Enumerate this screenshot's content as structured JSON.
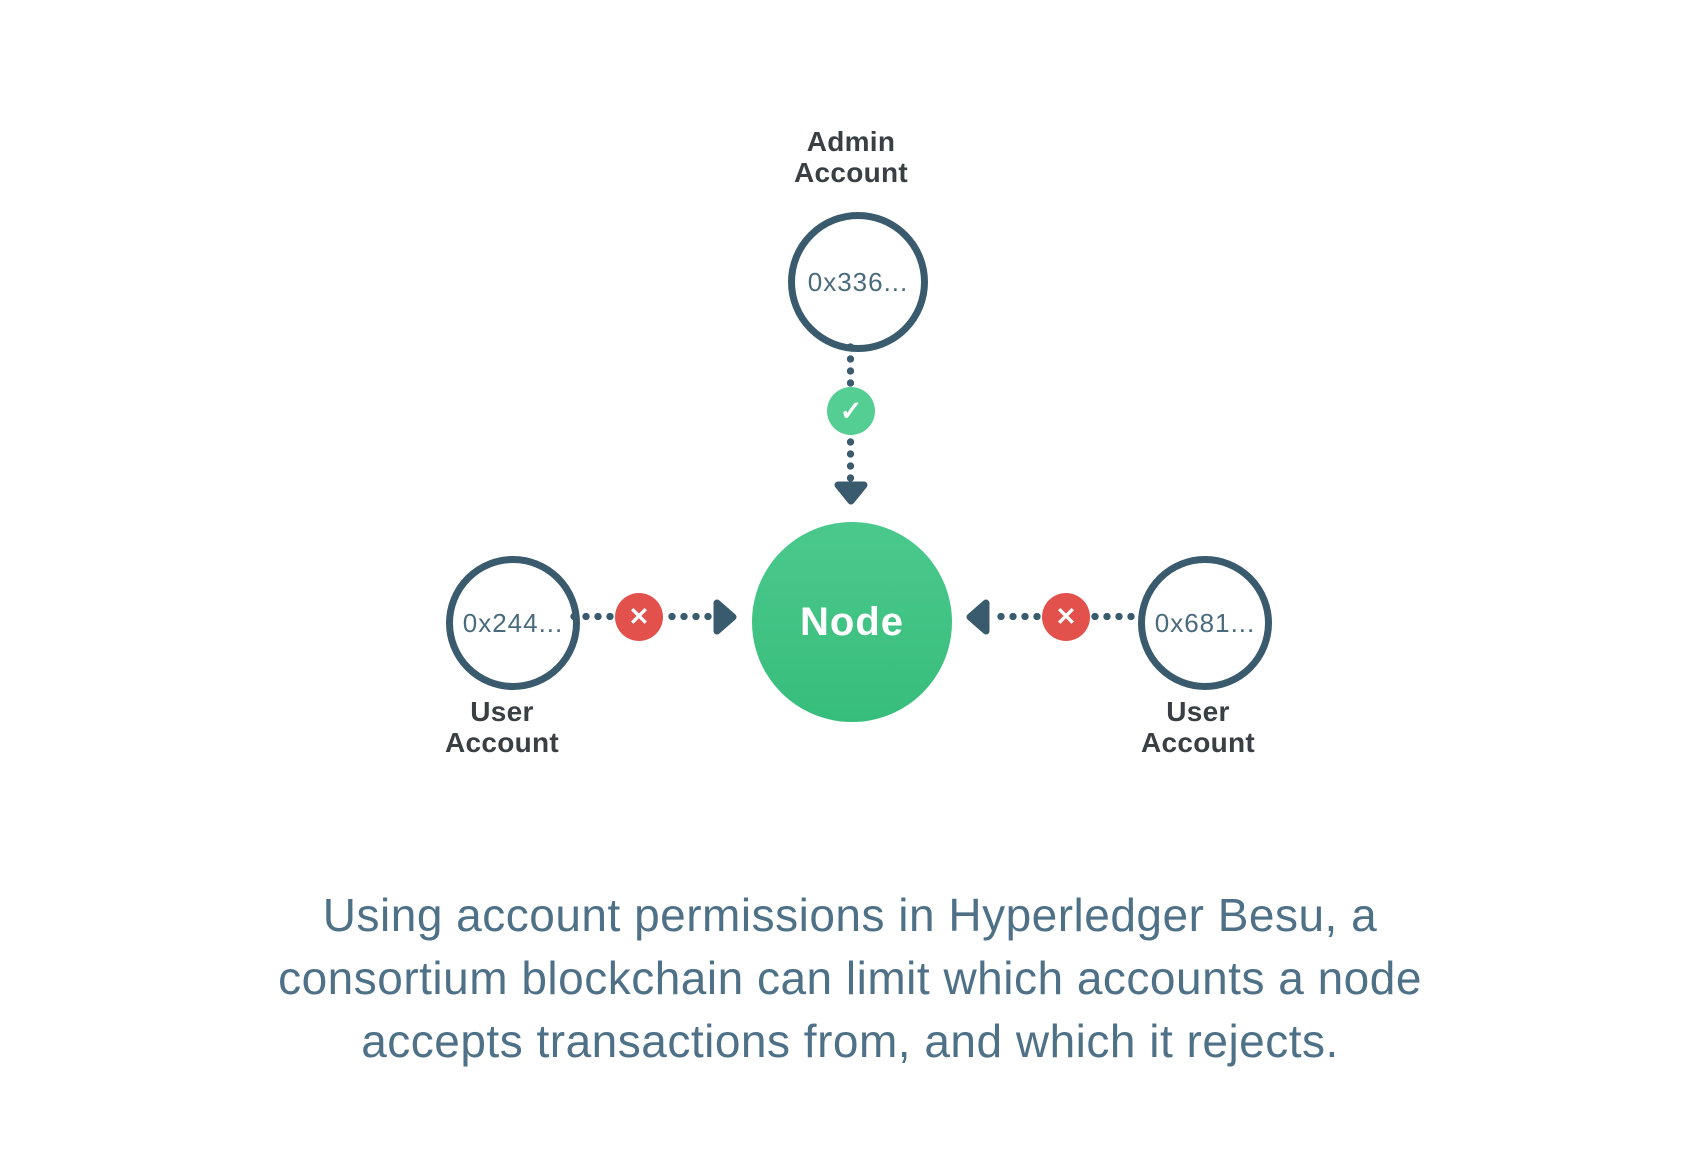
{
  "diagram": {
    "admin": {
      "label_line1": "Admin",
      "label_line2": "Account",
      "address": "0x336..."
    },
    "node": {
      "label": "Node"
    },
    "user_left": {
      "label_line1": "User",
      "label_line2": "Account",
      "address": "0x244..."
    },
    "user_right": {
      "label_line1": "User",
      "label_line2": "Account",
      "address": "0x681..."
    },
    "allow_icon": "✓",
    "deny_icon": "✕"
  },
  "caption": {
    "lines": [
      "Using account permissions in Hyperledger Besu, a",
      "consortium blockchain can limit which accounts a node",
      "accepts transactions from, and which it rejects."
    ]
  },
  "colors": {
    "connector_slate": "#3A5B6D",
    "node_green_top": "#4BC98D",
    "node_green_bottom": "#37BD7B",
    "allow_green": "#54CE92",
    "deny_red": "#E2514B",
    "label_text": "#393F43",
    "address_text": "#4A6B7E",
    "caption_text": "#4E7187"
  }
}
